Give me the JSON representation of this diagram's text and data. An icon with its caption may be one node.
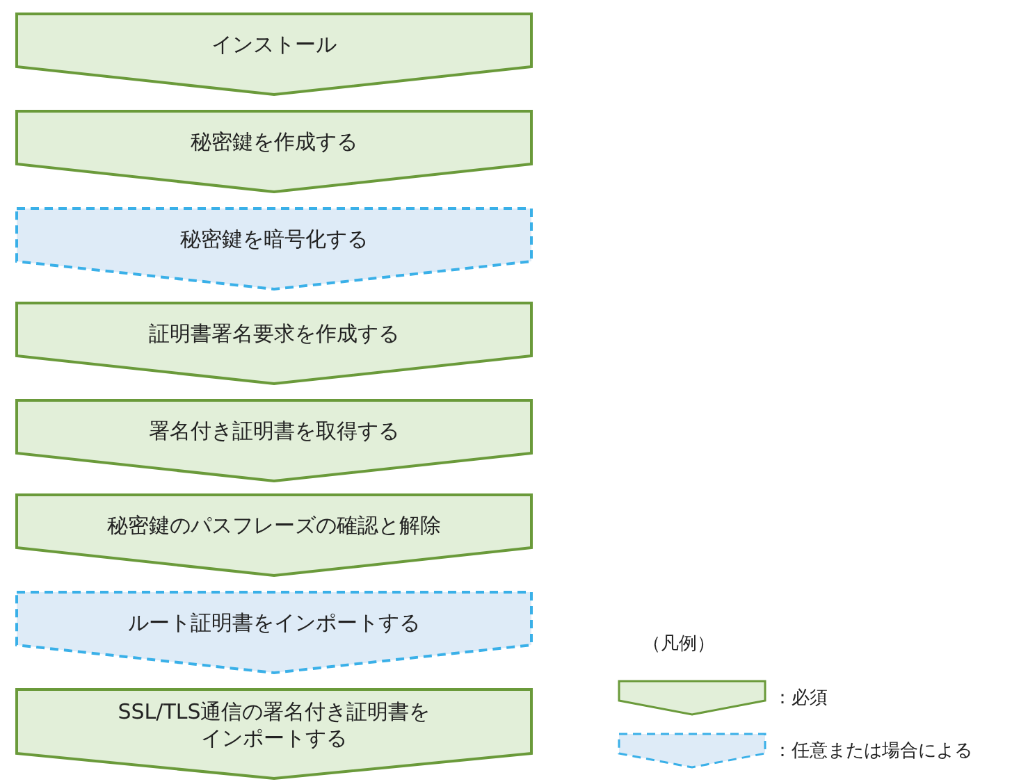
{
  "diagram": {
    "nodes": [
      {
        "text": [
          "インストール"
        ]
      },
      {
        "text": [
          "秘密鍵を作成する"
        ]
      },
      {
        "text": [
          "秘密鍵を暗号化する"
        ]
      },
      {
        "text": [
          "証明書署名要求を作成する"
        ]
      },
      {
        "text": [
          "署名付き証明書を取得する"
        ]
      },
      {
        "text": [
          "秘密鍵のパスフレーズの確認と解除"
        ]
      },
      {
        "text": [
          "ルート証明書をインポートする"
        ]
      },
      {
        "text": [
          "SSL/TLS通信の署名付き証明書をインポートする"
        ]
      }
    ],
    "labels": [
      "（凡例）"
    ],
    "legend": [
      {
        "text": "：必須",
        "color": "#e2efd9"
      },
      {
        "text": "：任意または場合による",
        "color": "#deebf7"
      }
    ]
  }
}
